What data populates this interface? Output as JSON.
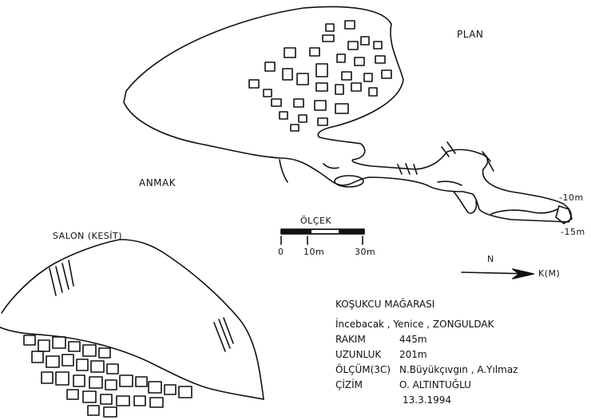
{
  "labels": {
    "plan": "PLAN",
    "anmak": "ANMAK",
    "salon": "SALON (KESİT)",
    "olcek": "ÖLÇEK",
    "scale_0": "0",
    "scale_10": "10m",
    "scale_30": "30m",
    "depth_10": "-10m",
    "depth_15": "-15m",
    "north": "N",
    "km": "K(M)"
  },
  "info": {
    "title": "KOŞUKCU MAĞARASI",
    "location": "İncebacak , Yenice , ZONGULDAK",
    "rows": [
      {
        "key": "RAKIM",
        "value": "445m"
      },
      {
        "key": "UZUNLUK",
        "value": "201m"
      },
      {
        "key": "ÖLÇÜM(3C)",
        "value": "N.Büyükçıvgın , A.Yılmaz"
      },
      {
        "key": "ÇİZİM",
        "value": "O. ALTINTUĞLU"
      }
    ],
    "date": "13.3.1994"
  }
}
